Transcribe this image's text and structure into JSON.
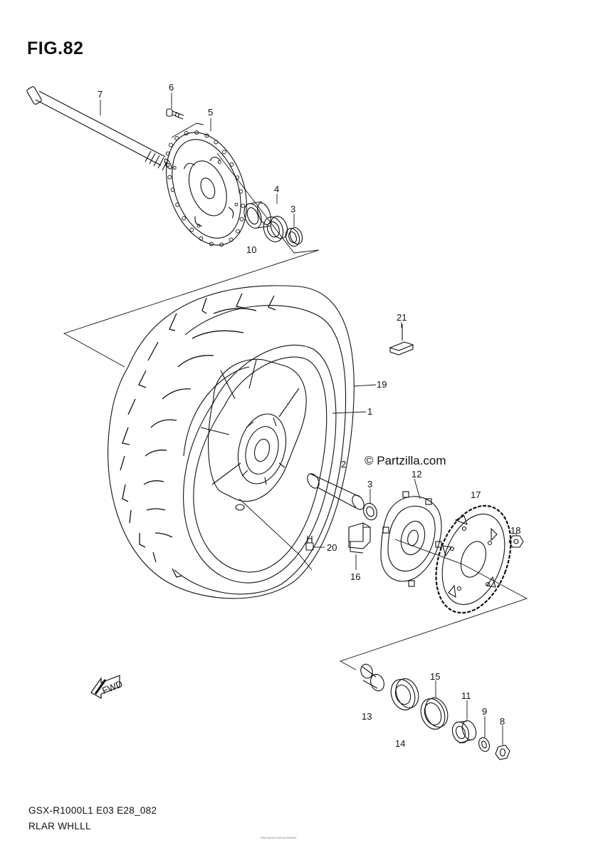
{
  "figure": {
    "title": "FIG.82",
    "code": "GSX-R1000L1 E03 E28_082",
    "name": "RLAR WHLLL",
    "copyright": "© Partzilla.com",
    "fine_print": "Reproduced with permission"
  },
  "callouts": [
    {
      "id": "c1",
      "label": "1"
    },
    {
      "id": "c2",
      "label": "2"
    },
    {
      "id": "c3a",
      "label": "3"
    },
    {
      "id": "c3b",
      "label": "3"
    },
    {
      "id": "c4",
      "label": "4"
    },
    {
      "id": "c5",
      "label": "5"
    },
    {
      "id": "c6",
      "label": "6"
    },
    {
      "id": "c7",
      "label": "7"
    },
    {
      "id": "c8",
      "label": "8"
    },
    {
      "id": "c9",
      "label": "9"
    },
    {
      "id": "c10",
      "label": "10"
    },
    {
      "id": "c11",
      "label": "11"
    },
    {
      "id": "c12",
      "label": "12"
    },
    {
      "id": "c13",
      "label": "13"
    },
    {
      "id": "c14",
      "label": "14"
    },
    {
      "id": "c15",
      "label": "15"
    },
    {
      "id": "c16",
      "label": "16"
    },
    {
      "id": "c17",
      "label": "17"
    },
    {
      "id": "c18",
      "label": "18"
    },
    {
      "id": "c19",
      "label": "19"
    },
    {
      "id": "c20",
      "label": "20"
    },
    {
      "id": "c21",
      "label": "21"
    }
  ],
  "direction_badge": "FWD",
  "line_color": "#111111"
}
